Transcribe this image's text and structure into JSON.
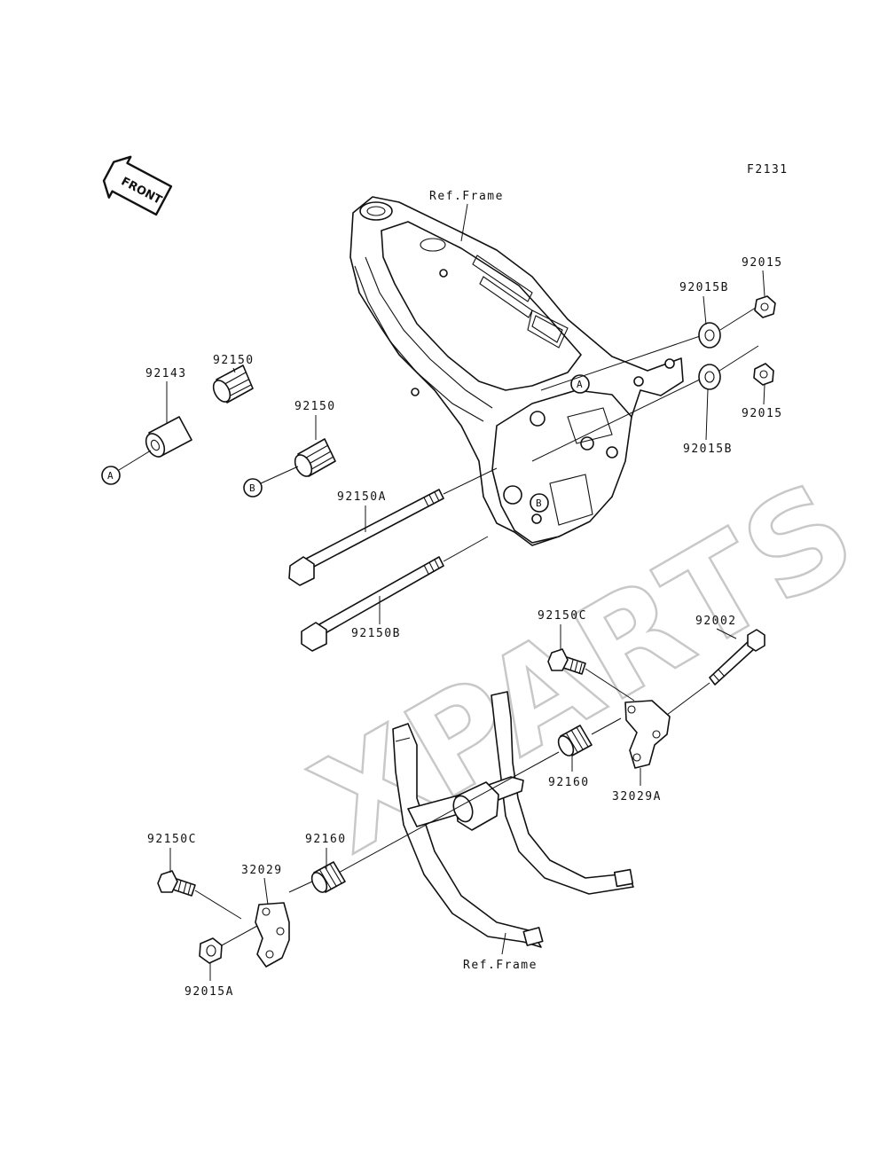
{
  "diagram_code": "F2131",
  "front_arrow": "FRONT",
  "watermark": "XPARTS",
  "callout_a": "A",
  "callout_b": "B",
  "labels": {
    "ref_frame_top": "Ref.Frame",
    "ref_frame_bottom": "Ref.Frame",
    "p92015_top": "92015",
    "p92015b_top": "92015B",
    "p92015_mid": "92015",
    "p92015b_mid": "92015B",
    "p92150_left": "92150",
    "p92150_mid": "92150",
    "p92143": "92143",
    "p92150a": "92150A",
    "p92150b": "92150B",
    "p92150c_right": "92150C",
    "p92002": "92002",
    "p92160_right": "92160",
    "p32029a": "32029A",
    "p92150c_left": "92150C",
    "p32029": "32029",
    "p92160_left": "92160",
    "p92015a": "92015A"
  }
}
